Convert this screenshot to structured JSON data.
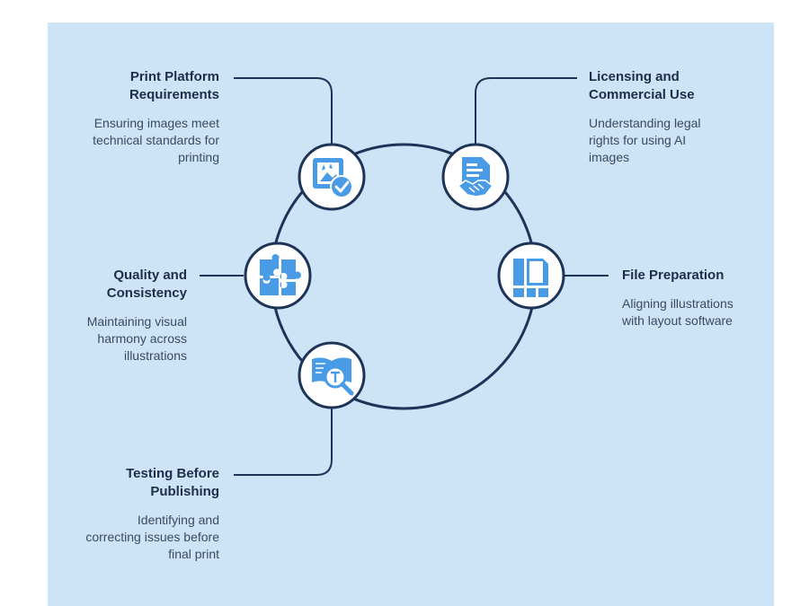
{
  "diagram": {
    "items": [
      {
        "id": "print-platform",
        "title": "Print Platform\nRequirements",
        "description": "Ensuring images meet\ntechnical standards for\nprinting",
        "icon": "image-check-icon"
      },
      {
        "id": "licensing",
        "title": "Licensing and\nCommercial Use",
        "description": "Understanding legal\nrights for using AI\nimages",
        "icon": "document-handshake-icon"
      },
      {
        "id": "file-prep",
        "title": "File Preparation",
        "description": "Aligning illustrations\nwith layout software",
        "icon": "layout-grid-icon"
      },
      {
        "id": "quality",
        "title": "Quality and\nConsistency",
        "description": "Maintaining visual\nharmony across\nillustrations",
        "icon": "puzzle-icon"
      },
      {
        "id": "testing",
        "title": "Testing Before\nPublishing",
        "description": "Identifying and\ncorrecting issues before\nfinal print",
        "icon": "book-magnifier-icon"
      }
    ]
  },
  "colors": {
    "background": "#cde3f6",
    "stroke": "#1e3358",
    "icon": "#4a9be6",
    "title": "#1e2d4a",
    "text": "#3b4a63"
  }
}
